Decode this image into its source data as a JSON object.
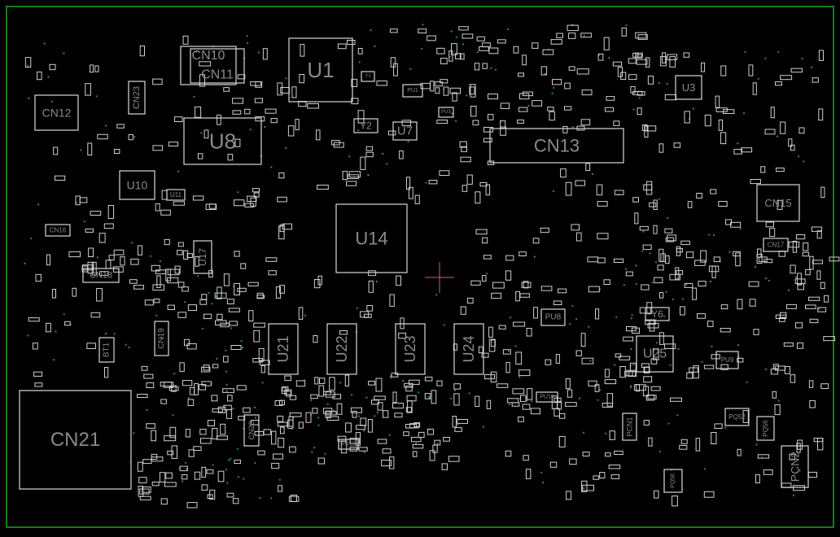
{
  "board": {
    "border_color": "#1a7a1a",
    "outline_color": "#d8d8d8",
    "label_color": "#8a8a8a",
    "via_color": "#1f8f86",
    "cursor_color": "#c06080"
  },
  "components": [
    {
      "ref": "CN10"
    },
    {
      "ref": "CN11"
    },
    {
      "ref": "U1"
    },
    {
      "ref": "CN12"
    },
    {
      "ref": "CN23"
    },
    {
      "ref": "U8"
    },
    {
      "ref": "Y2"
    },
    {
      "ref": "U7"
    },
    {
      "ref": "CN13"
    },
    {
      "ref": "U3"
    },
    {
      "ref": "U10"
    },
    {
      "ref": "U11"
    },
    {
      "ref": "CN16"
    },
    {
      "ref": "U14"
    },
    {
      "ref": "CN15"
    },
    {
      "ref": "CN17"
    },
    {
      "ref": "U17"
    },
    {
      "ref": "CN18"
    },
    {
      "ref": "BT1"
    },
    {
      "ref": "CN19"
    },
    {
      "ref": "U21"
    },
    {
      "ref": "U22"
    },
    {
      "ref": "U23"
    },
    {
      "ref": "U24"
    },
    {
      "ref": "U25"
    },
    {
      "ref": "Y6"
    },
    {
      "ref": "PU8"
    },
    {
      "ref": "PU10"
    },
    {
      "ref": "CN21"
    },
    {
      "ref": "CN20"
    },
    {
      "ref": "PCN1"
    },
    {
      "ref": "PCN2"
    },
    {
      "ref": "PQ52"
    },
    {
      "ref": "PQ56"
    },
    {
      "ref": "PQ58"
    },
    {
      "ref": "PU12"
    },
    {
      "ref": "PU9"
    },
    {
      "ref": "Y1"
    },
    {
      "ref": "PU1"
    },
    {
      "ref": "PU3"
    }
  ]
}
